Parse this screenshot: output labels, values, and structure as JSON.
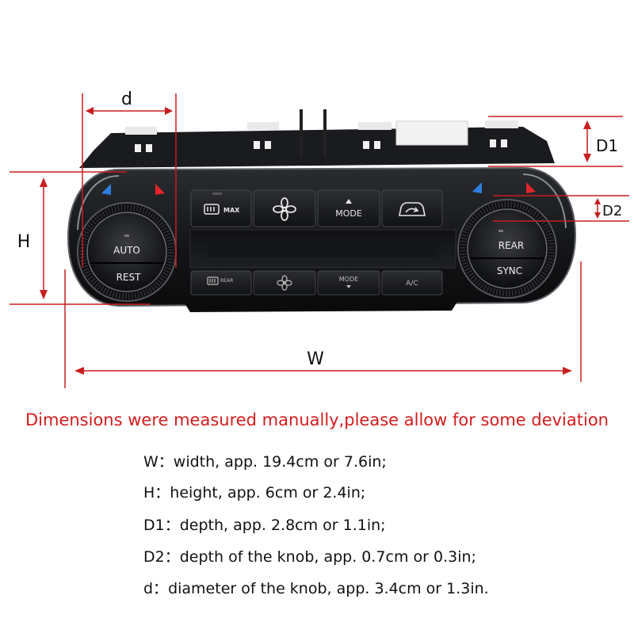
{
  "dimension_labels": {
    "d": "d",
    "H": "H",
    "W": "W",
    "D1": "D1",
    "D2": "D2"
  },
  "panel": {
    "top_buttons": [
      {
        "label": "MAX",
        "icon": "rear-defrost-max-icon"
      },
      {
        "label": "",
        "icon": "fan-icon"
      },
      {
        "label": "MODE",
        "icon": "mode-up-arrow-icon"
      },
      {
        "label": "",
        "icon": "recirculation-icon"
      }
    ],
    "bottom_buttons": [
      {
        "label": "REAR",
        "icon": "rear-defrost-icon"
      },
      {
        "label": "",
        "icon": "fan-small-icon"
      },
      {
        "label": "MODE",
        "icon": "mode-down-arrow-icon"
      },
      {
        "label": "A/C",
        "icon": ""
      }
    ],
    "left_knob": {
      "upper": "AUTO",
      "lower": "REST"
    },
    "right_knob": {
      "upper": "REAR",
      "lower": "SYNC"
    },
    "colors": {
      "cold": "#2f7fe0",
      "hot": "#e0262b",
      "body": "#1b1c1f"
    }
  },
  "note": "Dimensions were measured manually,please allow for some deviation",
  "specs": [
    {
      "key": "W：",
      "text": "width, app. 19.4cm or 7.6in;"
    },
    {
      "key": "H：",
      "text": "height, app. 6cm or 2.4in;"
    },
    {
      "key": "D1：",
      "text": "depth, app. 2.8cm or 1.1in;"
    },
    {
      "key": "D2：",
      "text": "depth of the knob, app. 0.7cm or 0.3in;"
    },
    {
      "key": "d：",
      "text": "diameter of the knob, app. 3.4cm or 1.3in."
    }
  ]
}
